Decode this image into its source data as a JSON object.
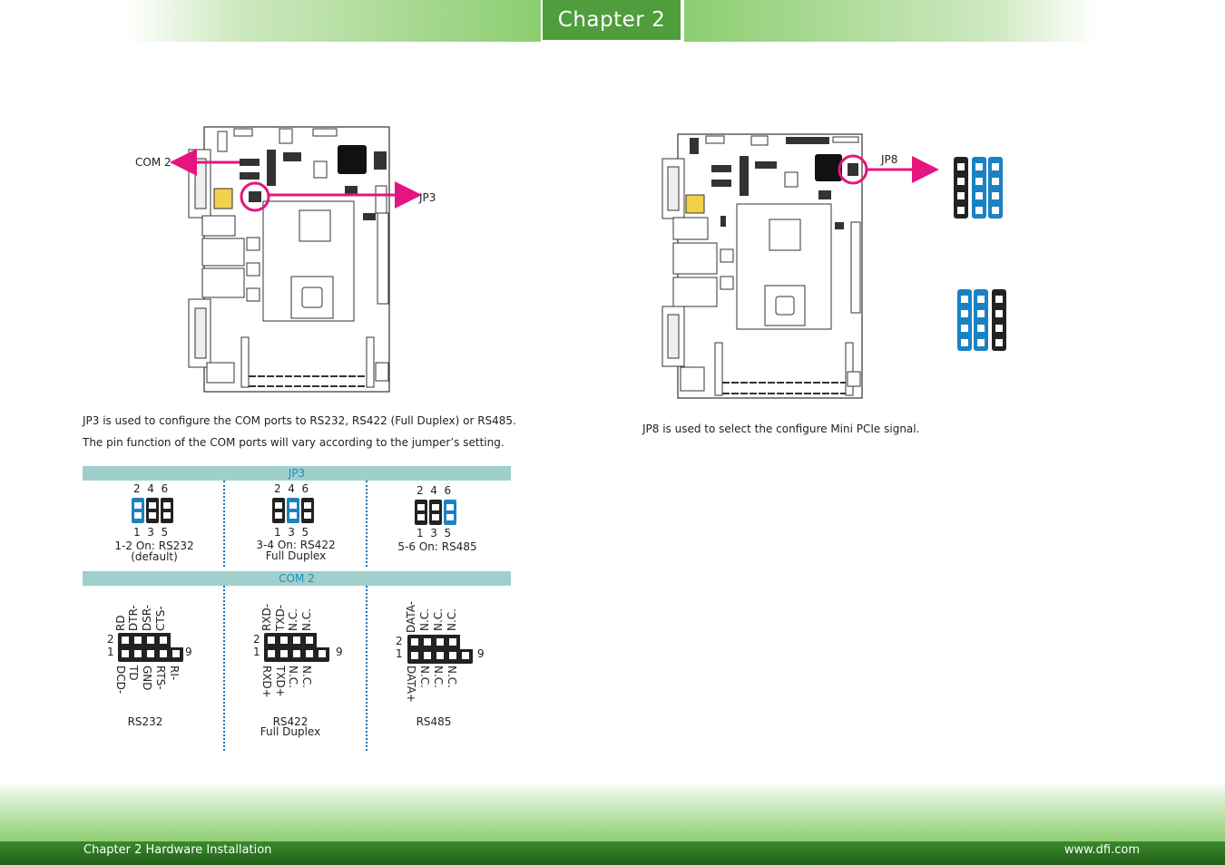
{
  "header": {
    "chapter_tab": "Chapter 2"
  },
  "board1": {
    "com2_label": "COM 2",
    "jp3_label": "JP3"
  },
  "board2": {
    "jp8_label": "JP8"
  },
  "text": {
    "jp3_desc_1": "JP3 is used to configure the COM ports to RS232, RS422 (Full Duplex) or RS485.",
    "jp3_desc_2": "The pin function of the COM ports will vary according to the jumper’s setting.",
    "jp8_desc": "JP8 is used to select the configure Mini PCIe signal."
  },
  "jp3_table": {
    "title": "JP3",
    "settings": [
      {
        "top_pins": "2  4  6",
        "bottom_pins": "1  3  5",
        "caption_1": "1-2 On: RS232",
        "caption_2": "(default)"
      },
      {
        "top_pins": "2  4  6",
        "bottom_pins": "1  3  5",
        "caption_1": "3-4 On: RS422",
        "caption_2": "Full Duplex"
      },
      {
        "top_pins": "2  4  6",
        "bottom_pins": "1  3  5",
        "caption_1": "5-6 On: RS485",
        "caption_2": ""
      }
    ]
  },
  "com2_table": {
    "title": "COM 2",
    "modes": [
      {
        "top_signals": [
          "RD",
          "DTR-",
          "DSR-",
          "CTS-"
        ],
        "bottom_signals": [
          "DCD-",
          "TD",
          "GND",
          "RTS-",
          "RI-"
        ],
        "pin_2": "2",
        "pin_1": "1",
        "pin_9": "9",
        "caption_1": "RS232",
        "caption_2": ""
      },
      {
        "top_signals": [
          "RXD-",
          "TXD-",
          "N.C.",
          "N.C."
        ],
        "bottom_signals": [
          "RXD+",
          "TXD+",
          "N.C.",
          "N.C."
        ],
        "pin_2": "2",
        "pin_1": "1",
        "pin_9": "9",
        "caption_1": "RS422",
        "caption_2": "Full Duplex"
      },
      {
        "top_signals": [
          "DATA-",
          "N.C.",
          "N.C.",
          "N.C."
        ],
        "bottom_signals": [
          "DATA+",
          "N.C.",
          "N.C.",
          "N.C."
        ],
        "pin_2": "2",
        "pin_1": "1",
        "pin_9": "9",
        "caption_1": "RS485",
        "caption_2": ""
      }
    ]
  },
  "footer": {
    "left": "Chapter 2 Hardware Installation",
    "right": "www.dfi.com"
  },
  "colors": {
    "green": "#4f9d3c",
    "magenta": "#e5157f",
    "blue": "#1a82c4",
    "band": "#9fcfcc"
  }
}
